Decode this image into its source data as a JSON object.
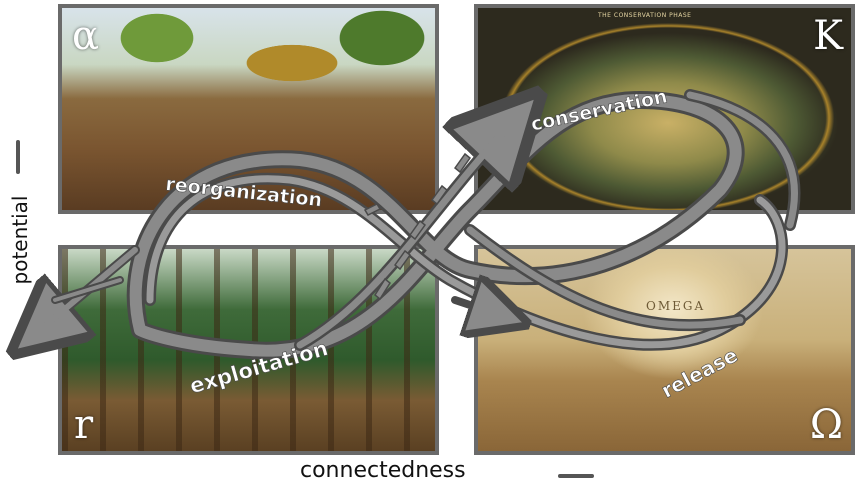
{
  "panels": {
    "alpha": {
      "symbol": "α"
    },
    "k": {
      "symbol": "K",
      "banner_text": "THE CONSERVATION PHASE"
    },
    "r": {
      "symbol": "r"
    },
    "omega": {
      "symbol": "Ω",
      "inscription": "OMEGA"
    }
  },
  "phases": {
    "reorganization": "reorganization",
    "conservation": "conservation",
    "exploitation": "exploitation",
    "release": "release"
  },
  "axes": {
    "y_label": "potential",
    "x_label": "connectedness"
  },
  "colors": {
    "arrow_fill": "#8a8a8a",
    "arrow_stroke": "#4a4a4a",
    "phase_text": "#ffffff"
  }
}
